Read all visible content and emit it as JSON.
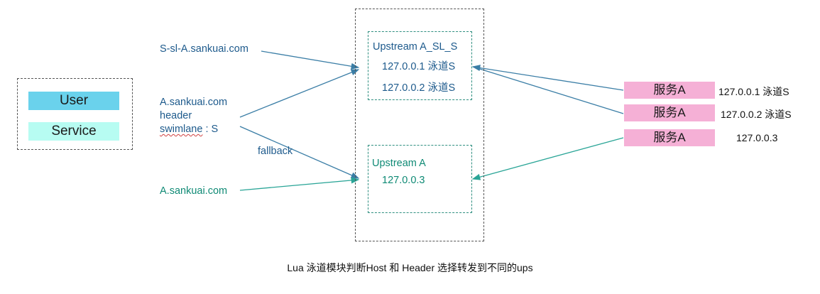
{
  "legend": {
    "user": "User",
    "service": "Service"
  },
  "clients": {
    "swimlane_host": "S-sl-A.sankuai.com",
    "header_host": "A.sankuai.com",
    "header_line": "header",
    "swimlane_word": "swimlane",
    "swimlane_value": " : S",
    "plain_host": "A.sankuai.com"
  },
  "fallback_label": "fallback",
  "upstream_sl": {
    "title": "Upstream A_SL_S",
    "ip1": "127.0.0.1 泳道S",
    "ip2": "127.0.0.2 泳道S"
  },
  "upstream_a": {
    "title": "Upstream A",
    "ip1": "127.0.0.3"
  },
  "services": [
    {
      "name": "服务A",
      "addr": "127.0.0.1 泳道S"
    },
    {
      "name": "服务A",
      "addr": "127.0.0.2 泳道S"
    },
    {
      "name": "服务A",
      "addr": "127.0.0.3"
    }
  ],
  "caption": "Lua 泳道模块判断Host 和 Header 选择转发到不同的ups",
  "colors": {
    "user": "#6ad2ec",
    "service": "#b7fcf2",
    "service_node": "#f5b0d6",
    "blue_arrow": "#3b7ea6",
    "teal_arrow": "#2aa597"
  }
}
